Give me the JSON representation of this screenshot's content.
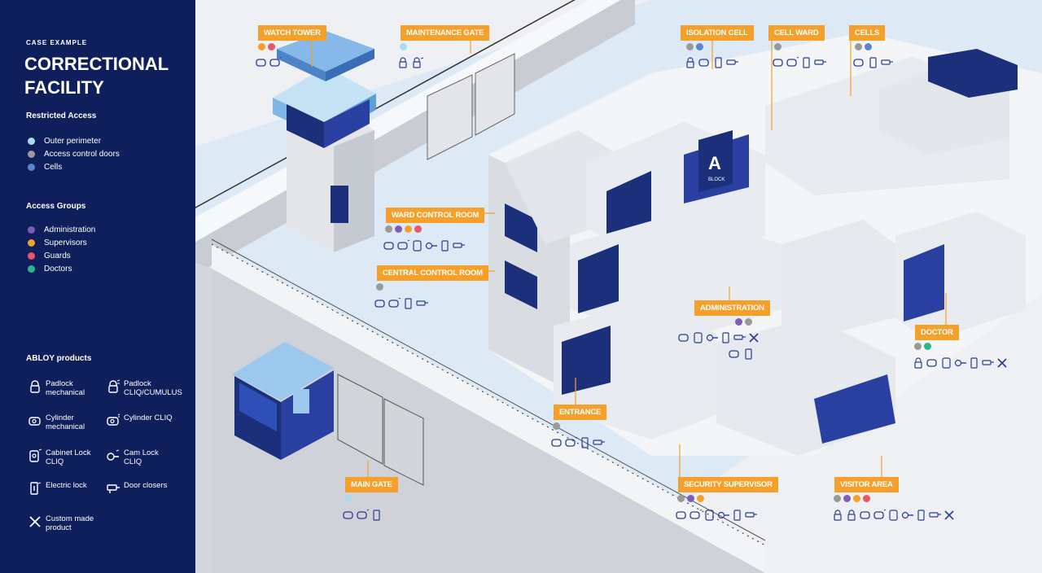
{
  "sidebar": {
    "kicker": "CASE EXAMPLE",
    "title": "CORRECTIONAL FACILITY",
    "restricted": {
      "heading": "Restricted Access",
      "items": [
        {
          "label": "Outer perimeter",
          "color": "#a9dcf0"
        },
        {
          "label": "Access control doors",
          "color": "#9a9a9a"
        },
        {
          "label": "Cells",
          "color": "#5b83d4"
        }
      ]
    },
    "groups": {
      "heading": "Access Groups",
      "items": [
        {
          "label": "Administration",
          "color": "#7e5dba"
        },
        {
          "label": "Supervisors",
          "color": "#f5a02a"
        },
        {
          "label": "Guards",
          "color": "#e8566a"
        },
        {
          "label": "Doctors",
          "color": "#2bb68c"
        }
      ]
    },
    "products": {
      "heading": "ABLOY products",
      "items": [
        {
          "label": "Padlock mechanical",
          "icon": "padlock-mechanical-icon"
        },
        {
          "label": "Padlock CLIQ/CUMULUS",
          "icon": "padlock-cliq-icon"
        },
        {
          "label": "Cylinder mechanical",
          "icon": "cylinder-mechanical-icon"
        },
        {
          "label": "Cylinder CLIQ",
          "icon": "cylinder-cliq-icon"
        },
        {
          "label": "Cabinet Lock CLIQ",
          "icon": "cabinet-lock-icon"
        },
        {
          "label": "Cam Lock CLIQ",
          "icon": "cam-lock-icon"
        },
        {
          "label": "Electric lock",
          "icon": "electric-lock-icon"
        },
        {
          "label": "Door closers",
          "icon": "door-closer-icon"
        },
        {
          "label": "Custom made product",
          "icon": "custom-product-icon"
        }
      ]
    }
  },
  "areas": {
    "watch_tower": "WATCH TOWER",
    "maintenance_gate": "MAINTENANCE GATE",
    "isolation_cell": "ISOLATION CELL",
    "cell_ward": "CELL WARD",
    "cells": "CELLS",
    "ward_control_room": "WARD CONTROL ROOM",
    "central_control_room": "CENTRAL CONTROL ROOM",
    "administration": "ADMINISTRATION",
    "doctor": "DOCTOR",
    "entrance": "ENTRANCE",
    "main_gate": "MAIN GATE",
    "security_supervisor": "SECURITY SUPERVISOR",
    "visitor_area": "VISITOR AREA",
    "building_sign": "A",
    "building_sign_sub": "BLOCK"
  },
  "colors": {
    "navy": "#0f1f5c",
    "accent": "#f5a02a",
    "icon_blue": "#2b3d8f"
  }
}
